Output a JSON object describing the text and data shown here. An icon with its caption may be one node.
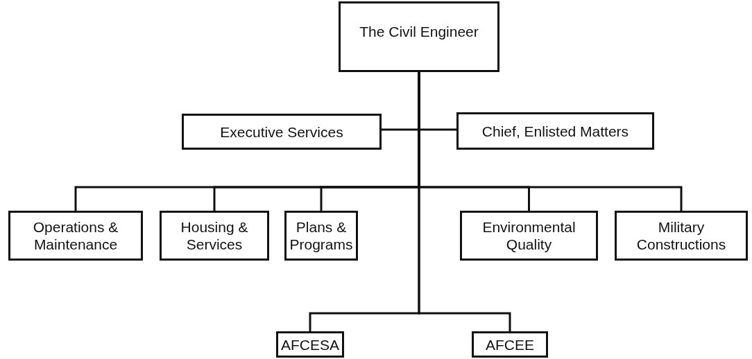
{
  "diagram": {
    "nodes": [
      {
        "text": [
          "The Civil Engineer"
        ]
      },
      {
        "text": [
          "Executive Services"
        ]
      },
      {
        "text": [
          "Chief, Enlisted Matters"
        ]
      },
      {
        "text": [
          "Operations & Maintenance"
        ]
      },
      {
        "text": [
          "Housing & Services"
        ]
      },
      {
        "text": [
          "Plans & Programs"
        ]
      },
      {
        "text": [
          "Environmental Quality"
        ]
      },
      {
        "text": [
          "Military Constructions"
        ]
      },
      {
        "text": [
          "AFCESA"
        ]
      },
      {
        "text": [
          "AFCEE"
        ]
      }
    ],
    "edges": [
      {
        "from": 0,
        "to": 1,
        "arrow": "none"
      },
      {
        "from": 0,
        "to": 2,
        "arrow": "none"
      },
      {
        "from": 0,
        "to": 3,
        "arrow": "none"
      },
      {
        "from": 0,
        "to": 4,
        "arrow": "none"
      },
      {
        "from": 0,
        "to": 5,
        "arrow": "none"
      },
      {
        "from": 0,
        "to": 6,
        "arrow": "none"
      },
      {
        "from": 0,
        "to": 7,
        "arrow": "none"
      },
      {
        "from": 0,
        "to": 8,
        "arrow": "none"
      },
      {
        "from": 0,
        "to": 9,
        "arrow": "none"
      }
    ]
  }
}
